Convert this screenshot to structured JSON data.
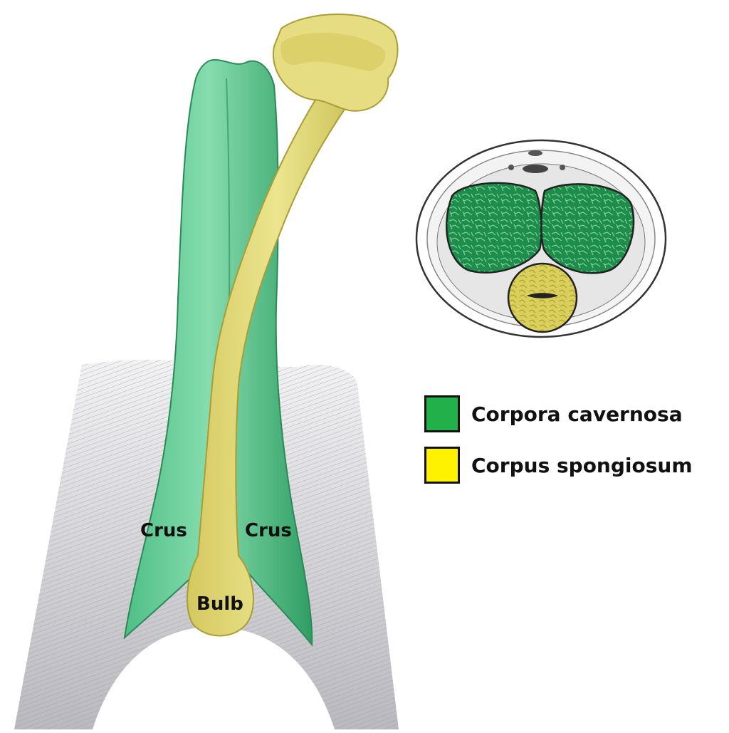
{
  "labels": {
    "crus_left": "Crus",
    "crus_right": "Crus",
    "bulb": "Bulb"
  },
  "legend": [
    {
      "label": "Corpora cavernosa",
      "color": "#22b04a"
    },
    {
      "label": "Corpus spongiosum",
      "color": "#fff200"
    }
  ],
  "colors": {
    "cavernosa_fill": "#3daf74",
    "cavernosa_light": "#7fd6a8",
    "spongiosum_fill": "#e4dc80",
    "spongiosum_dark": "#c9bd55",
    "pelvis_gray": "#c8c8cc"
  }
}
